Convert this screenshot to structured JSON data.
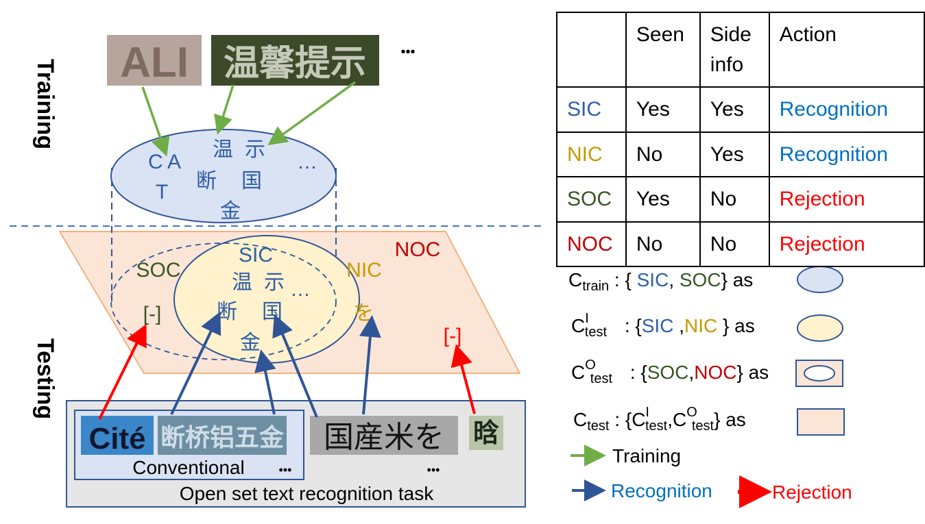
{
  "colors": {
    "sic": "#2e5ea8",
    "nic": "#c49a00",
    "soc": "#375623",
    "noc": "#c00000",
    "recognition": "#0070c0",
    "rejection": "#ff0000",
    "train_arrow": "#70ad47",
    "recog_arrow": "#2f5597",
    "reject_arrow": "#ff0000"
  },
  "labels": {
    "training": "Training",
    "testing": "Testing",
    "ellipsis": "…",
    "conventional": "Conventional",
    "ellipsis_dots": "•••",
    "task": "Open set text recognition task"
  },
  "training_images": [
    "ALI",
    "温馨提示"
  ],
  "train_ellipse": {
    "chars": [
      "C",
      "A",
      "T",
      "温",
      "示",
      "断",
      "国",
      "金",
      "…"
    ]
  },
  "test_sets": {
    "sic": "SIC",
    "soc": "SOC",
    "nic": "NIC",
    "noc": "NOC",
    "sic_chars": [
      "温",
      "示",
      "断",
      "国",
      "金"
    ],
    "sic_more": "…",
    "soc_reject": "[-]",
    "nic_char": "を",
    "noc_reject": "[-]"
  },
  "test_images": [
    "Cité",
    "断桥铝五金",
    "国産米を",
    "晗"
  ],
  "table": {
    "headers": [
      "",
      "Seen",
      "Side info",
      "Action"
    ],
    "rows": [
      {
        "name": "SIC",
        "seen": "Yes",
        "side": "Yes",
        "action": "Recognition"
      },
      {
        "name": "NIC",
        "seen": "No",
        "side": "Yes",
        "action": "Recognition"
      },
      {
        "name": "SOC",
        "seen": "Yes",
        "side": "No",
        "action": "Rejection"
      },
      {
        "name": "NOC",
        "seen": "No",
        "side": "No",
        "action": "Rejection"
      }
    ]
  },
  "legend": {
    "c": "C",
    "train_sub": "train",
    "test_sub": "test",
    "sup_i": "I",
    "sup_o": "O",
    "sic": "SIC",
    "soc": "SOC",
    "nic": "NIC",
    "noc": "NOC",
    "as": "as",
    "colon": ":",
    "lbrace": "{",
    "rbrace": "}",
    "comma": ",",
    "training": "Training",
    "recognition": "Recognition",
    "rejection": "Rejection"
  }
}
